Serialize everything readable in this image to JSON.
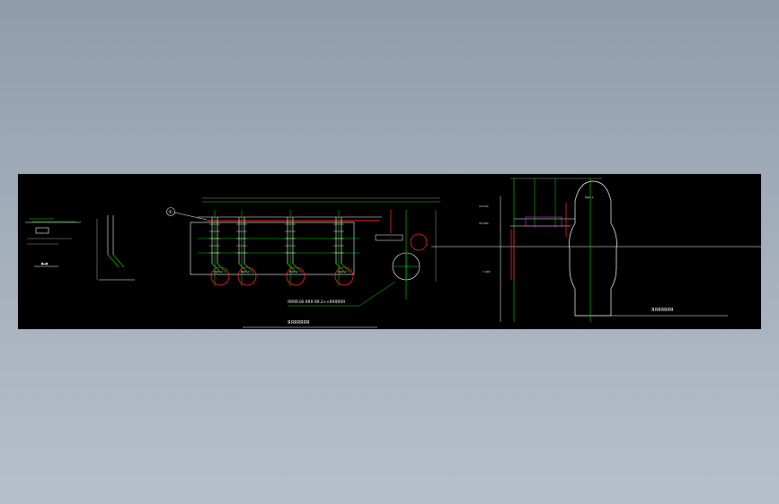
{
  "colors": {
    "background": "#000000",
    "line_white": "#ffffff",
    "line_green": "#00e000",
    "line_red": "#ff2020",
    "line_magenta": "#ff40ff",
    "line_grey": "#9a9a9a"
  },
  "view_left": {
    "title": "A—A"
  },
  "view_plan": {
    "bubble": "①",
    "note": "8@1.2",
    "leader_note": "ЯЯЯЯ.00 ЯЯЯ ЯЯ.2××ЯЯЯЯЯЯ",
    "title": "ЯЯЯЯЯЯЯ"
  },
  "view_elevation": {
    "level_top": "24.100",
    "level_mid": "16.300",
    "level_low": "7.400",
    "note": "8@1.2",
    "title": "ЯЯЯЯЯЯЯ"
  }
}
